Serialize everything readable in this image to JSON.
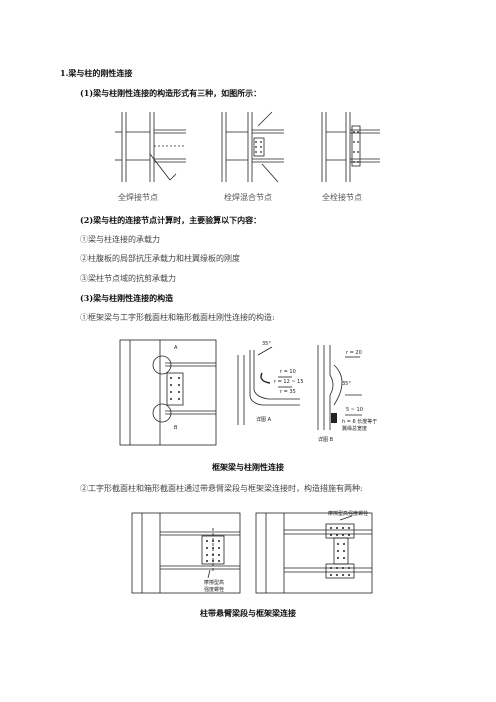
{
  "section_title": "1.梁与柱的刚性连接",
  "item1": {
    "heading": "(1)梁与柱刚性连接的构造形式有三种，如图所示：",
    "captions": [
      "全焊接节点",
      "栓焊混合节点",
      "全栓接节点"
    ]
  },
  "item2": {
    "heading": "(2)梁与柱的连接节点计算时，主要验算以下内容：",
    "points": [
      "①梁与柱连接的承载力",
      "②柱腹板的局部抗压承载力和柱翼缘板的刚度",
      "③梁柱节点域的抗剪承载力"
    ]
  },
  "item3": {
    "heading": "(3)梁与柱刚性连接的构造",
    "point1": "①框架梁与工字形截面柱和箱形截面柱刚性连接的构造:",
    "figure1": {
      "detail_a": "详图 A",
      "detail_b": "详图 B",
      "label_a": "A",
      "label_b": "B",
      "dims_a": [
        "35°",
        "r = 10",
        "r = 12 ~ 15",
        "r = 35"
      ],
      "dims_b": [
        "r = 20",
        "35°",
        "5 ~ 10"
      ],
      "note_b": [
        "h = 6 长度等于",
        "翼缘总宽度"
      ]
    },
    "figure1_title": "框架梁与柱刚性连接",
    "point2": "②工字形截面柱和箱形截面柱通过带悬臂梁段与框架梁连接时，构造措施有两种:",
    "figure2": {
      "bolt_note_left": [
        "摩擦型高",
        "强度螺栓"
      ],
      "bolt_note_right": "摩擦型高强度螺栓"
    },
    "figure2_title": "柱带悬臂梁段与框架梁连接"
  }
}
